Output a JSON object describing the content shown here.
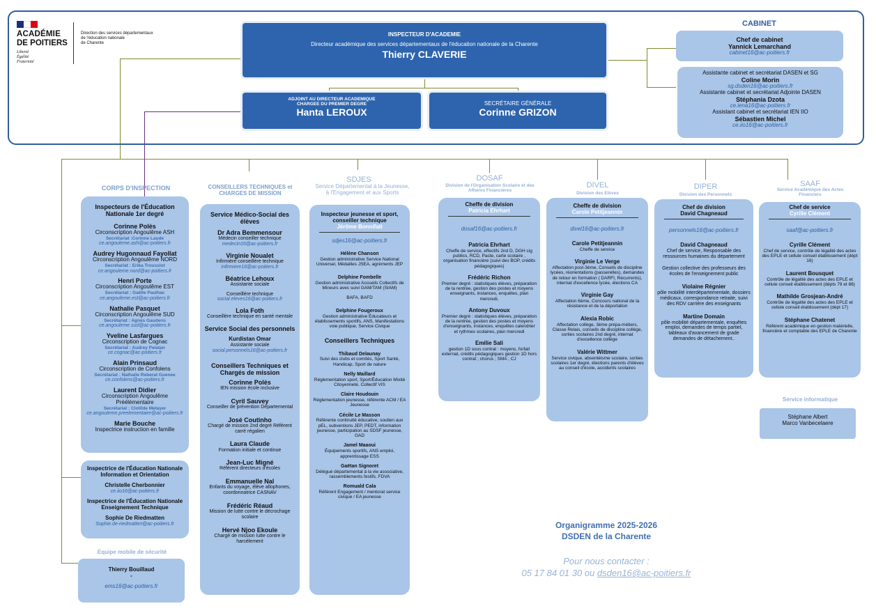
{
  "logo": {
    "academie": "ACADÉMIE",
    "poitiers": "DE POITIERS",
    "motto1": "Liberté",
    "motto2": "Égalité",
    "motto3": "Fraternité",
    "service1": "Direction des services départementaux",
    "service2": "de l'éducation nationale",
    "service3": "de Charente"
  },
  "top": {
    "role": "INSPECTEUR D'ACADEMIE",
    "desc": "Directeur académique des services départementaux de l'éducation nationale de la Charente",
    "name": "Thierry CLAVERIE"
  },
  "adjoint": {
    "role1": "ADJOINT AU DIRECTEUR ACADEMIQUE",
    "role2": "CHARGEE DU PREMIER DEGRE",
    "name": "Hanta LEROUX"
  },
  "sg": {
    "role": "SECRÉTAIRE GÉNÉRALE",
    "name": "Corinne GRIZON"
  },
  "cabinet": {
    "title": "CABINET",
    "chef_role": "Chef de cabinet",
    "chef_name": "Yannick Lemarchand",
    "chef_mail": "cabinet16@ac-poitiers.fr",
    "a1": "Assistante cabinet et secrétariat DASEN et SG",
    "n1": "Coline Morin",
    "m1": "sg.dsden16@ac-poitiers.fr",
    "a2": "Assistante cabinet et secrétariat Adjointe DASEN",
    "n2": "Stéphania Dzota",
    "m2": "ce.iena16@ac-poitiers.fr",
    "a3": "Assistant cabinet et secrétariat IEN IIO",
    "n3": "Sébastien Michel",
    "m3": "ce.iio16@ac-poitiers.fr"
  },
  "corps": {
    "title": "CORPS D'INSPECTION",
    "box_title": "Inspecteurs de l'Éducation Nationale 1er degré",
    "people": [
      {
        "name": "Corinne Polès",
        "circ": "Circonscription Angoulême ASH",
        "sec": "Secrétariat :Corinne Laude",
        "mail": "ce.angouleme.ash@ac-poitiers.fr"
      },
      {
        "name": "Audrey Hugonnaud Fayollat",
        "circ": "Circonscription Angoulême NORD",
        "sec": "Secrétariat : Erika Troussiot",
        "mail": "ce.angouleme.nord@ac-poitiers.fr"
      },
      {
        "name": "Henri Porte",
        "circ": "Circonscription Angoulême EST",
        "sec": "Secrétariat : Gaëlle Paulhac",
        "mail": "ce.angouleme.est@ac-poitiers.fr"
      },
      {
        "name": "Nathalie Pasquet",
        "circ": "Circonscription Angoulême SUD",
        "sec": "Secrétariat : Agnès Gaudens",
        "mail": "ce.angouleme.sud@ac-poitiers.fr"
      },
      {
        "name": "Yveline Lasfargues",
        "circ": "Circonscription de Cognac",
        "sec": "Secrétariat : Audrey Pelatan",
        "mail": "ce.cognac@ac-poitiers.fr"
      },
      {
        "name": "Alain Prinsaud",
        "circ": "Circonscription de Confolens",
        "sec": "Secrétariat : Nathalie Reberat Guenee",
        "mail": "ce.confolens@ac-poitiers.fr"
      },
      {
        "name": "Laurent Didier",
        "circ": "Circonscription Angoulême Préélémentaire",
        "sec": "Secrétariat : Clotilde Metayer",
        "mail": "ce.angouleme.preelementaire@ac-poitiers.fr"
      },
      {
        "name": "Marie Bouche",
        "circ": "Inspectrice instruction en famille",
        "sec": "",
        "mail": ""
      }
    ],
    "io_title": "Inspectrice de l'Éducation Nationale Information et Orientation",
    "io_name": "Christelle Cherbonnier",
    "io_mail": "ce.iio16@ac-poitiers.fr",
    "et_title": "Inspectrice de l'Éducation Nationale Enseignement Technique",
    "et_name": "Sophie De Riedmatten",
    "et_mail": "Sophie.de-riedmatten@ac-poitiers.fr",
    "ems_title": "Equipe mobile de sécurité",
    "ems_name": "Thierry Bouillaud",
    "ems_dash": "-",
    "ems_mail": "ems16@ac-poitiers.fr"
  },
  "conseillers": {
    "title": "CONSEILLERS TECHNIQUES et CHARGES DE MISSION",
    "ms_title": "Service Médico-Social des élèves",
    "ms": [
      {
        "name": "Dr Adra Bemmensour",
        "role": "Médecin conseiller technique",
        "mail": "medecin16@ac-poitiers.fr"
      },
      {
        "name": "Virginie Noualet",
        "role": "Infirmière conseillère technique",
        "mail": "infirmiere16@ac-poitiers.fr"
      },
      {
        "name": "Béatrice Lehoux",
        "role": "Assistante sociale",
        "role2": "Conseillère technique",
        "mail": "social.eleves16@ac-poitiers.fr"
      },
      {
        "name": "Lola Foth",
        "role": "Conseillère technique en santé mentale",
        "mail": ""
      }
    ],
    "ss_title": "Service Social des personnels",
    "ss_name": "Kurdistan Omar",
    "ss_role": "Assistante sociale",
    "ss_mail": "social.personnels16@ac-poitiers.fr",
    "ct_title": "Conseillers Techniques et Chargés de mission",
    "ct": [
      {
        "name": "Corinne Polès",
        "role": "IEN mission école inclusive"
      },
      {
        "name": "Cyril Sauvey",
        "role": "Conseiller de prévention Départemental"
      },
      {
        "name": "José Coutinho",
        "role": "Chargé de mission 2nd degré Référent carré régalien"
      },
      {
        "name": "Laura Claude",
        "role": "Formation initiale et continue"
      },
      {
        "name": "Jean-Luc Migné",
        "role": "Référent directeurs d'écoles"
      },
      {
        "name": "Emmanuelle Nal",
        "role": "Enfants du voyage, élève allophones, coordonnatrice CASNAV"
      },
      {
        "name": "Frédéric Réaud",
        "role": "Mission de lutte contre le décrochage scolaire"
      },
      {
        "name": "Hervé Njoo Ekoule",
        "role": "Chargé de mission lutte contre le harcèlement"
      }
    ]
  },
  "sdjes": {
    "title": "SDJES",
    "subtitle": "Service Départemental à la Jeunesse, à l'Engagement et aux Sports",
    "head_role": "Inspecteur jeunesse et sport, conseiller technique",
    "head_name": "Jérôme Bonnifait",
    "mail": "sdjes16@ac-poitiers.fr",
    "people": [
      {
        "name": "Hélène Chanson",
        "role": "Gestion administrative Service National Universel, Médailles JSEA, agréments JEP"
      },
      {
        "name": "Delphine Fombelle",
        "role": "Gestion administrative Accueils Collectifs de Mineurs avec suivi GAM/TAM (SIAM)",
        "role2": "BAFA, BAFD"
      },
      {
        "name": "Delphine Fougeroux",
        "role": "Gestion administrative Éducateurs et établissements sportifs, ANS, Manifestations voie publique, Service Civique"
      }
    ],
    "ct_title": "Conseillers Techniques",
    "ct": [
      {
        "name": "Thibaud Delaunay",
        "role": "Suivi des clubs et comités, Sport Santé, Handicap, Sport de nature"
      },
      {
        "name": "Nelly Maillard",
        "role": "Réglementation sport, Sport/Éducation Mixité Citoyenneté, Collectif VIS"
      },
      {
        "name": "Claire Houdouin",
        "role": "Réglementation jeunesse, référente ACM / EA Jeunesse"
      },
      {
        "name": "Cécile Le Masson",
        "role": "Référente continuité éducative, soutien aux pEL, subventions JEP, PEDT, information jeunesse, participation au SDSF jeunesse, GAD"
      },
      {
        "name": "Jamel Maaoui",
        "role": "Équipements sportifs, ANS emploi, apprentissage ESS"
      },
      {
        "name": "Gaëtan Signoret",
        "role": "Délégué départemental à la vie associative, rassemblements festifs, FDVA"
      },
      {
        "name": "Romuald Cala",
        "role": "Référent Engagement / mentorat service civique / EA jeunesse"
      }
    ]
  },
  "dosaf": {
    "title": "DOSAF",
    "subtitle": "Division de l'Organisation Scolaire et des Affaires Financières",
    "head_role": "Cheffe de division",
    "head_name": "Patricia Ehrhart",
    "mail": "dosaf16@ac-poitiers.fr",
    "people": [
      {
        "name": "Patricia Ehrhart",
        "role": "Cheffe de service, effectifs 2nd D, DGH cig publics, RCD, Pacte, carte scolaire , organisation financière (suivi des BOP, crédits pédagogiques)"
      },
      {
        "name": "Frédéric Richon",
        "role": "Premier degré : statistiques élèves, préparation de la rentrée, gestion des postes et moyens enseignants, instances, enquêtes, plan mercredi,"
      },
      {
        "name": "Antony Duvoux",
        "role": "Premier degré : statistiques élèves, préparation de la rentrée, gestion des postes et moyens d'enseignants, instances, enquêtes calendrier et rythmes scolaires, plan mercredi"
      },
      {
        "name": "Emilie Sali",
        "role": "gestion 1D sous contrat : moyens, forfait externat, crédits pédagogiques gestion 1D hors contrat ; chorus ; SMA ; CJ"
      }
    ]
  },
  "divel": {
    "title": "DIVEL",
    "subtitle": "Division des Elèves",
    "head_role": "Cheffe de division",
    "head_name": "Carole Petitjeannin",
    "mail": "divel16@ac-poitiers.fr",
    "people": [
      {
        "name": "Carole Petitjeannin",
        "role": "Cheffe de service"
      },
      {
        "name": "Virginie Le Verge",
        "role": "Affectation post-3ème, Conseils de discipline lycées, réorientations (passerelles), demandes de retour en formation ( DARFI, Récurrents), internat d'excellence lycée, élections CA"
      },
      {
        "name": "Virginie Gay",
        "role": "Affectation 6ème, Concours national de la résistance et de la déportation"
      },
      {
        "name": "Alexia Robic",
        "role": "Affectation collège, 3ème prépa-métiers, Classe Relais, conseils de discipline collège, sorties scolaires 2nd degré, internat d'excellence collège"
      },
      {
        "name": "Valérie Wittmer",
        "role": "Service civique, absentéisme scolaire, sorties scolaires 1er degré, élections parents d'élèves au conseil d'école, accidents scolaires"
      }
    ]
  },
  "diper": {
    "title": "DIPER",
    "subtitle": "Division des Personnels",
    "head_role": "Chef de division",
    "head_name": "David Chagneaud",
    "mail": "personnels16@ac-poitiers.fr",
    "people": [
      {
        "name": "David Chagneaud",
        "role": "Chef de service, Responsable des ressources humaines du département"
      },
      {
        "name": "",
        "role": "Gestion collective des professeurs des écoles de l'enseignement public"
      },
      {
        "name": "Violaine Régnier",
        "role": "pôle mobilité interdépartementale, dossiers médicaux, correspondance retraite, suivi des RDV carrière des enseignants"
      },
      {
        "name": "Martine Domain",
        "role": "pôle mobilité départementale, enquêtes emploi, demandes de temps partiel, tableaux d'avancement de grade demandes de détachement.."
      }
    ]
  },
  "saaf": {
    "title": "SAAF",
    "subtitle": "Service Académique des Actes Financiers",
    "head_role": "Chef de service",
    "head_name": "Cyrille Clément",
    "mail": "saaf@ac-poitiers.fr",
    "people": [
      {
        "name": "Cyrille Clément",
        "role": "Chef de service, contrôle de légalité des actes des EPLE et cellule conseil établissement (dépt 16)"
      },
      {
        "name": "Laurent Bousquet",
        "role": "Contrôle de légalité des actes des EPLE et cellule conseil établissement (dépts 79 et 86)"
      },
      {
        "name": "Mathilde Grosjean-André",
        "role": "Contrôle de légalité des actes des EPLE et cellule conseil établissement (dépt 17)"
      },
      {
        "name": "Stéphane Chatenet",
        "role": "Référent académique en gestion matérielle, financière et comptable des EPLE de Charente"
      }
    ]
  },
  "info": {
    "title": "Service informatique",
    "n1": "Stéphane Albert",
    "n2": "Marco Vanbecelaere"
  },
  "footer": {
    "org1": "Organigramme 2025-2026",
    "org2": "DSDEN de la Charente",
    "contact": "Pour nous contacter :",
    "phone": "05 17 84 01 30 ou ",
    "mail": "dsden16@ac-poitiers.fr"
  },
  "colors": {
    "dark_blue": "#2e64ad",
    "light_blue": "#a9c5e8",
    "line_green": "#7e8a2e",
    "line_purple": "#6a2c82",
    "frame": "#2f5d9c"
  }
}
